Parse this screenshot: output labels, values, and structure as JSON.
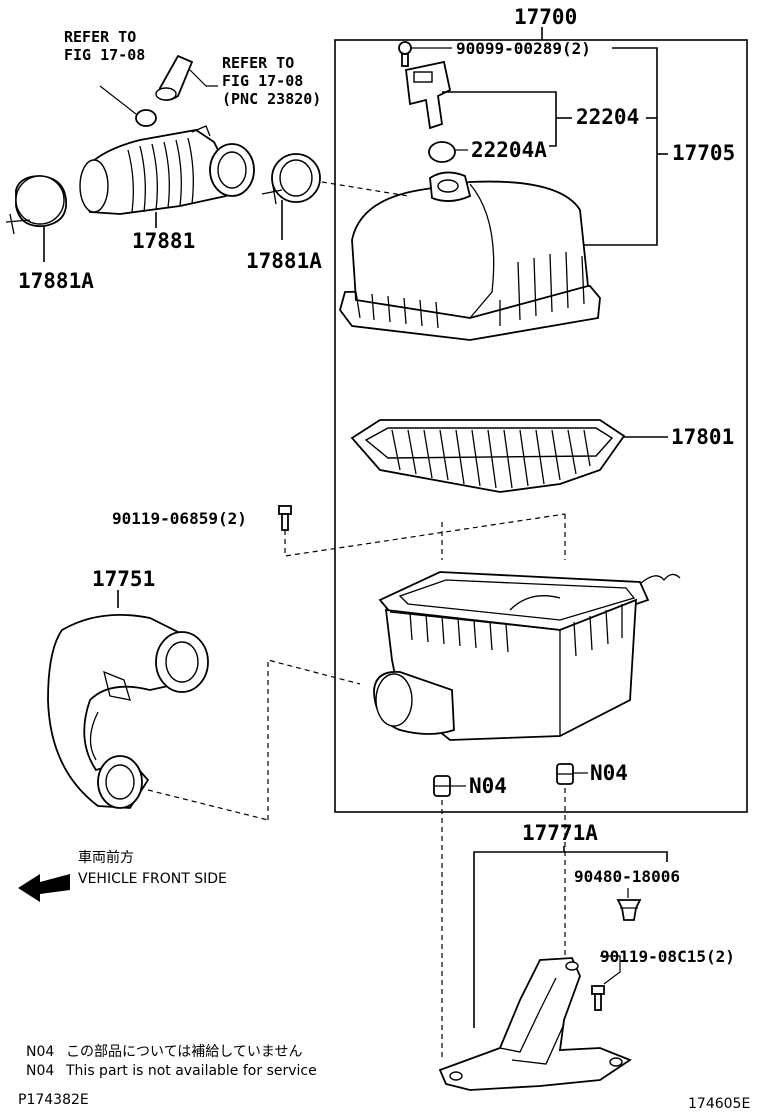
{
  "labels": {
    "p17700": "17700",
    "p90099": "90099-00289(2)",
    "p22204": "22204",
    "p22204a": "22204A",
    "p17705": "17705",
    "p17881": "17881",
    "p17881a_left": "17881A",
    "p17881a_right": "17881A",
    "p17801": "17801",
    "p90119_06859": "90119-06859(2)",
    "p17751": "17751",
    "n04_left": "N04",
    "n04_right": "N04",
    "p17771a": "17771A",
    "p90480": "90480-18006",
    "p90119_08c15": "90119-08C15(2)"
  },
  "refs": {
    "ref1_line1": "REFER TO",
    "ref1_line2": "FIG 17-08",
    "ref2_line1": "REFER TO",
    "ref2_line2": "FIG 17-08",
    "ref2_line3": "(PNC 23820)"
  },
  "direction": {
    "jp": "車両前方",
    "en": "VEHICLE FRONT SIDE"
  },
  "notes": {
    "line1_code": "N04",
    "line1_text": "この部品については補給していません",
    "line2_code": "N04",
    "line2_text": "This part is not available for service"
  },
  "footer": {
    "left_code": "P174382E",
    "right_code": "174605E"
  }
}
